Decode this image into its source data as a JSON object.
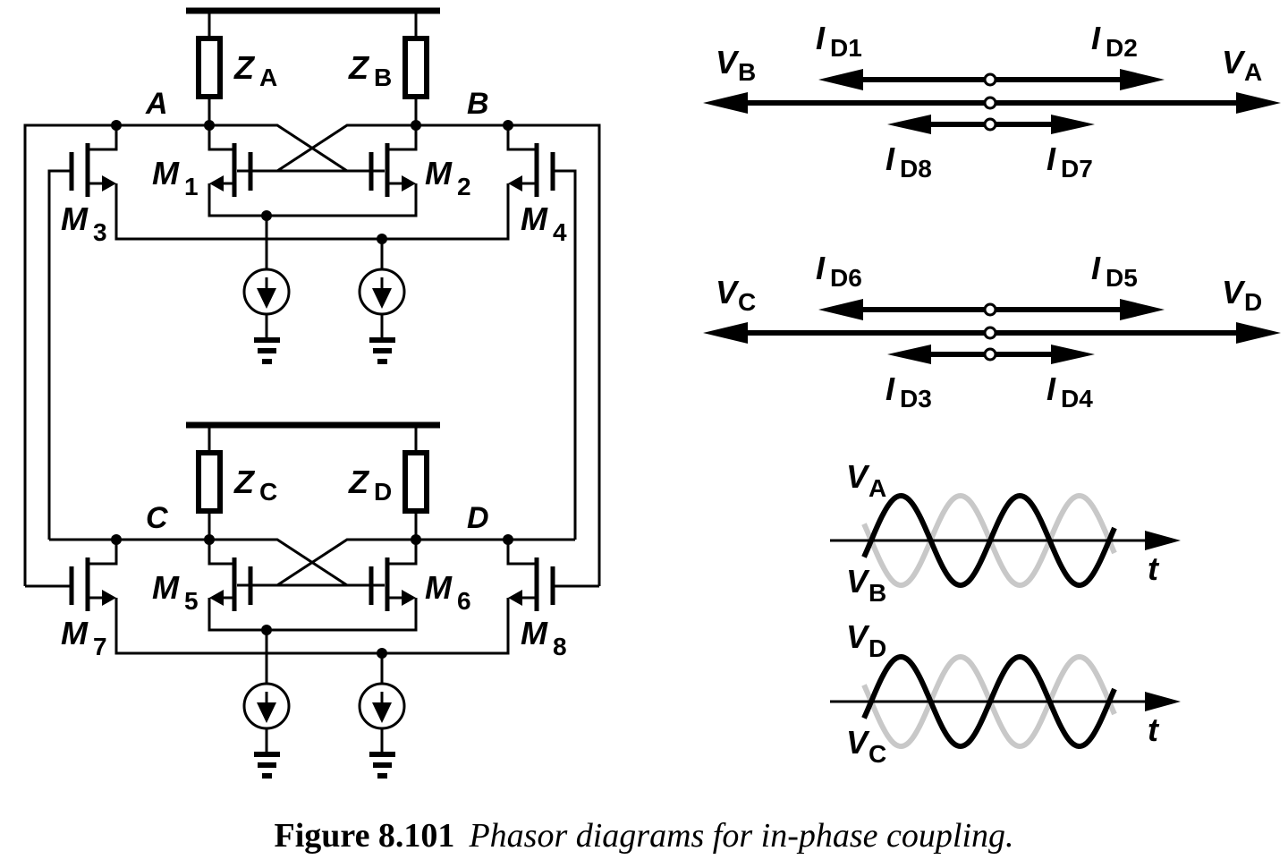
{
  "figure": {
    "number_label": "Figure 8.101",
    "caption": "Phasor diagrams for in-phase coupling."
  },
  "schematic": {
    "nodes": {
      "A": "A",
      "B": "B",
      "C": "C",
      "D": "D"
    },
    "impedances": [
      {
        "main": "Z",
        "sub": "A"
      },
      {
        "main": "Z",
        "sub": "B"
      },
      {
        "main": "Z",
        "sub": "C"
      },
      {
        "main": "Z",
        "sub": "D"
      }
    ],
    "transistors": [
      {
        "main": "M",
        "sub": "1"
      },
      {
        "main": "M",
        "sub": "2"
      },
      {
        "main": "M",
        "sub": "3"
      },
      {
        "main": "M",
        "sub": "4"
      },
      {
        "main": "M",
        "sub": "5"
      },
      {
        "main": "M",
        "sub": "6"
      },
      {
        "main": "M",
        "sub": "7"
      },
      {
        "main": "M",
        "sub": "8"
      }
    ]
  },
  "phasors": [
    {
      "name": "top",
      "voltage_left": {
        "main": "V",
        "sub": "B"
      },
      "voltage_right": {
        "main": "V",
        "sub": "A"
      },
      "upper_left": {
        "main": "I",
        "sub": "D1"
      },
      "upper_right": {
        "main": "I",
        "sub": "D2"
      },
      "lower_left": {
        "main": "I",
        "sub": "D8"
      },
      "lower_right": {
        "main": "I",
        "sub": "D7"
      }
    },
    {
      "name": "bottom",
      "voltage_left": {
        "main": "V",
        "sub": "C"
      },
      "voltage_right": {
        "main": "V",
        "sub": "D"
      },
      "upper_left": {
        "main": "I",
        "sub": "D6"
      },
      "upper_right": {
        "main": "I",
        "sub": "D5"
      },
      "lower_left": {
        "main": "I",
        "sub": "D3"
      },
      "lower_right": {
        "main": "I",
        "sub": "D4"
      }
    }
  ],
  "waveforms": [
    {
      "top_label": {
        "main": "V",
        "sub": "A"
      },
      "bottom_label": {
        "main": "V",
        "sub": "B"
      },
      "axis_label": "t",
      "black_signal": "V_A",
      "gray_signal": "V_B",
      "phase_relation": "180 degrees out of phase",
      "cycles_shown": 2
    },
    {
      "top_label": {
        "main": "V",
        "sub": "D"
      },
      "bottom_label": {
        "main": "V",
        "sub": "C"
      },
      "axis_label": "t",
      "black_signal": "V_D",
      "gray_signal": "V_C",
      "phase_relation": "180 degrees out of phase",
      "cycles_shown": 2
    }
  ],
  "colors": {
    "ink": "#000000",
    "gray_wave": "#c8c8c8",
    "background": "#ffffff"
  }
}
